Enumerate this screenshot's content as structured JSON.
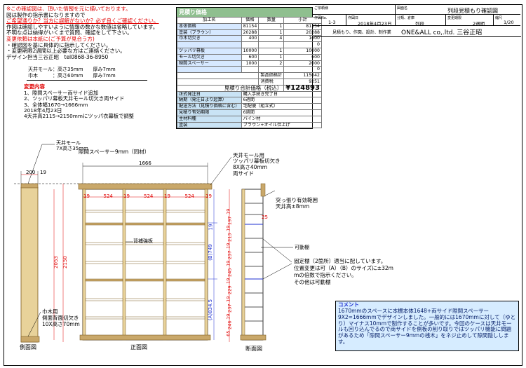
{
  "notes": {
    "lines": [
      {
        "t": "※この確認図は、頂いた情報を元に描いております。",
        "c": "red"
      },
      {
        "t": "図は製作の指示書になりますので",
        "c": ""
      },
      {
        "t": "ご希望通りか？当方に誤解がないか？必ず良くご確認ください。",
        "c": "red ul"
      },
      {
        "t": "作図は確認しやすいように情報の数かな数値は省略しています。",
        "c": ""
      },
      {
        "t": "不明な点は納得がいくまで質問、確認をして下さい。",
        "c": ""
      },
      {
        "t": "変更依頼は本紙に(ご予算が見合う方)",
        "c": "red"
      },
      {
        "t": "・確認図を基に具体的に指示してください。",
        "c": ""
      },
      {
        "t": "・変更期限2週間以上必要な方はご連絡ください。",
        "c": ""
      },
      {
        "t": "デザイン担当三谷正昭　tel0868-36-8950",
        "c": ""
      }
    ],
    "material1": "天井モール：高さ35mm　　厚み7mm",
    "material2": "巾木　　　：高さ60mm　　厚み7mm",
    "changes_title": "変更内容",
    "changes": [
      "1、隙間スペーサー両サイド追加",
      "2、ツッパリ幕板天井モール切欠き両サイド",
      "3、全体幅1670→1666mm",
      "2018年4月23日",
      "4天井高2115→2150mmにツッパ衣幕板で調整"
    ]
  },
  "estimate": {
    "title": "見積り価格",
    "headers": [
      "加工名",
      "価格",
      "数量",
      "小計"
    ],
    "rows": [
      [
        "本体価格",
        "81154",
        "1",
        "81154"
      ],
      [
        "塗装（ブラウン）",
        "20288",
        "1",
        "20288"
      ],
      [
        "巾木切欠き",
        "400",
        "4",
        "1600"
      ],
      [
        "",
        "",
        "",
        "0"
      ],
      [
        "ツッパリ幕板",
        "10000",
        "1",
        "10000"
      ],
      [
        "モール切欠き",
        "600",
        "1",
        "600"
      ],
      [
        "隙間スペーサー",
        "1000",
        "2",
        "2000"
      ],
      [
        "",
        "",
        "",
        "0"
      ]
    ],
    "subtotal_label": "製品価格計",
    "subtotal": "115642",
    "tax_label": "消費税",
    "tax": "9251",
    "total_label": "見積り合計価格（税込）",
    "total": "¥124893",
    "specs": [
      [
        "正式発注日",
        "購入手続き完了日"
      ],
      [
        "納期（発注日より起算）",
        "6週間"
      ],
      [
        "配送方法（見積り価格に含む）",
        "宅配便（組立式）"
      ],
      [
        "見積り有効期限",
        "6週間"
      ],
      [
        "主材料種",
        "パイン材"
      ],
      [
        "塗装",
        "ブラウン+オイル仕上げ"
      ]
    ]
  },
  "title_block": {
    "customer_label": "ご依頼様",
    "drawing_label": "図面名",
    "drawing_name": "列段見積もり確認図",
    "no_label": "作図No.",
    "no": "1-3",
    "date_label": "作図日",
    "date": "2018年4月23日",
    "class_label": "分類、倉庫",
    "class": "列段",
    "period_label": "変更期限",
    "period": "2週間",
    "scale_label": "縮尺",
    "scale": "1/20",
    "company_note": "見積もり、作図、設計、制作業",
    "company": "ONE&ALL co,.ltd. 三谷正昭"
  },
  "drawing": {
    "label_top_mold": "天井モール",
    "label_top_mold_h": "7X高さ35mm",
    "label_spacer": "隙間スペーサー9mm（同材）",
    "label_mold_for": "天井モール用",
    "label_tension": "ツッパリ幕板切欠き",
    "label_tension_size": "8X高さ40mm",
    "label_both": "両サイド",
    "label_prop": "突っ張り有効範囲",
    "label_prop_h": "天井高±8mm",
    "label_reinforce": "背補強板",
    "label_movable": "可動棚",
    "label_fixed1": "固定棚（2箇所）適当に配しています。",
    "label_fixed2": "位置変更は可（A）（B）のサイズに±32m",
    "label_fixed3": "mの倍数で指示ください。",
    "label_fixed4": "その他は可動棚",
    "label_baseboard": "巾木用",
    "label_baseboard2": "側面背面切欠き",
    "label_baseboard3": "10X高さ70mm",
    "side_view": "側面図",
    "front_view": "正面図",
    "section_view": "断面図",
    "dim_width": "1666",
    "dim_h1": "2053",
    "dim_h2": "2150",
    "dim_200": "200",
    "dim_19": "19",
    "front_dims": [
      "19",
      "524",
      "19",
      "524",
      "19",
      "524",
      "19"
    ],
    "right_dims_top": "19",
    "right_dim_b": "(B)749",
    "right_dim_a": "(A)834.5",
    "sec_dims": [
      "19",
      "197",
      "19",
      "213",
      "19",
      "237",
      "19",
      "245",
      "19",
      "229",
      "19",
      "237",
      "19",
      "246",
      "65"
    ],
    "sec_top": "25"
  },
  "comment": {
    "title": "コメント",
    "text": "1670mmのスペースに本棚本体1648+両サイド隙間スペーサー9X2=1666mmでデザインしました。一般的には1670mmに対して（ゆとり）マイナス10mmで制作することが多いです。今回のケースは天井モールも回り込んでるので両サイドを側板の削り取りではツッパリ機能に問題があるため「隙間スペーサー9mmの桟木」をネジ止めして隙間隠しします。"
  },
  "colors": {
    "wood": "#e8d29a",
    "wood_dark": "#c9a86a",
    "accent_red": "#e00000",
    "dim_red": "#e00000",
    "dim_blue": "#1e2fd0",
    "green": "#8fbf8f"
  }
}
